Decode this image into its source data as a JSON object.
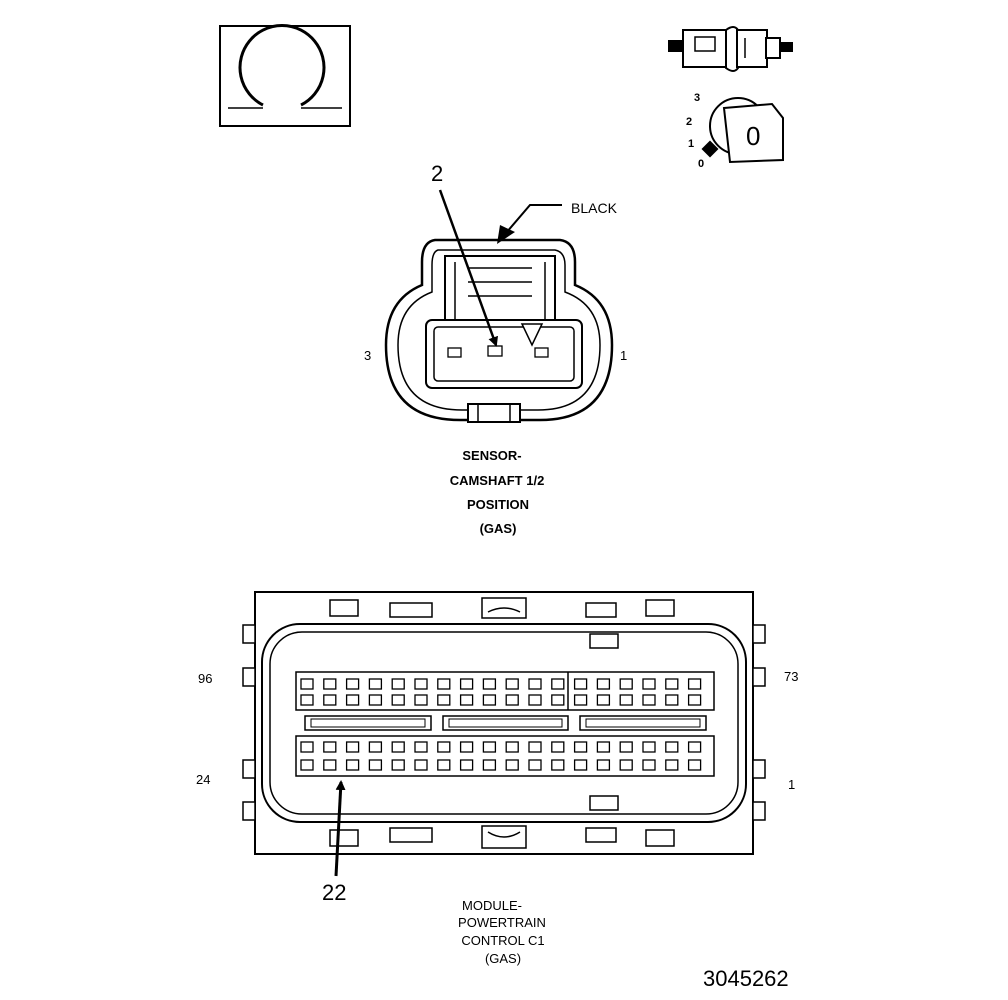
{
  "drawing_number": "3045262",
  "sensor_connector": {
    "callout_pin": "2",
    "color_label": "BLACK",
    "left_pin_label": "3",
    "right_pin_label": "1",
    "title_lines": [
      "SENSOR-",
      "CAMSHAFT 1/2",
      "POSITION",
      "(GAS)"
    ]
  },
  "pcm_connector": {
    "top_left_label": "96",
    "top_right_label": "73",
    "bottom_left_label": "24",
    "bottom_right_label": "1",
    "callout_pin": "22",
    "title_lines": [
      "MODULE-",
      "POWERTRAIN",
      "CONTROL C1",
      "(GAS)"
    ],
    "pin_columns": 18
  },
  "legend": {
    "position_dial_numbers": [
      "3",
      "2",
      "1",
      "0"
    ],
    "key_label": "0"
  },
  "icons": [
    "ohmmeter-icon",
    "connector-plug-icon",
    "position-dial-icon"
  ]
}
